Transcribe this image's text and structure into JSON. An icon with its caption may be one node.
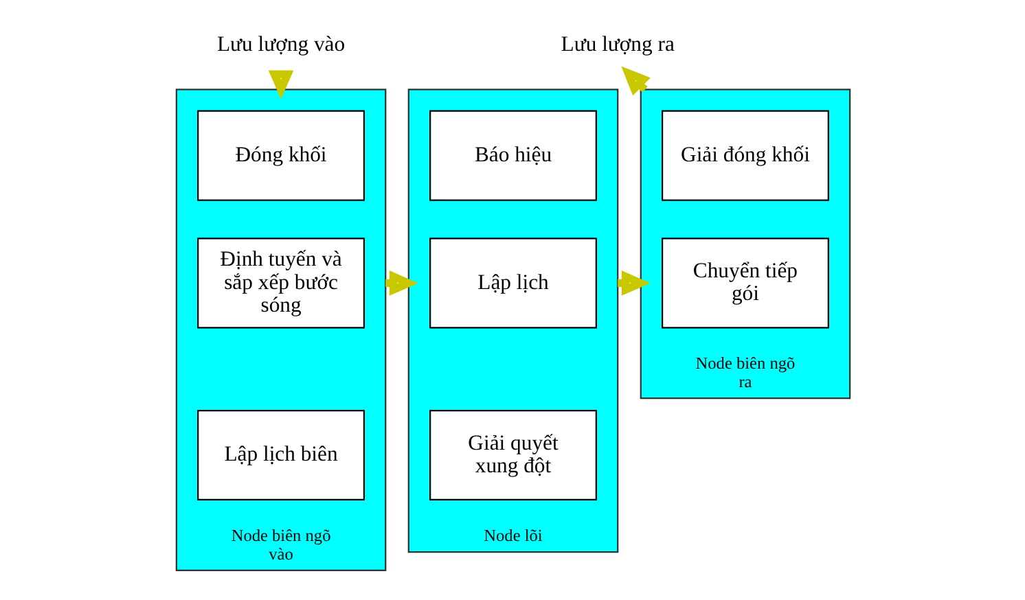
{
  "diagram": {
    "nodes": [
      {
        "text": [
          "Lưu lượng vào"
        ]
      },
      {
        "text": [
          "Node biên ngõ vào"
        ]
      },
      {
        "text": [
          "Đóng khối"
        ],
        "in": 1
      },
      {
        "text": [
          "Định tuyến và sắp xếp bước sóng"
        ],
        "in": 1
      },
      {
        "text": [
          "Lập lịch biên"
        ],
        "in": 1
      },
      {
        "text": [
          "Node lõi"
        ]
      },
      {
        "text": [
          "Báo hiệu"
        ],
        "in": 5
      },
      {
        "text": [
          "Lập lịch"
        ],
        "in": 5
      },
      {
        "text": [
          "Giải quyết xung đột"
        ],
        "in": 5
      },
      {
        "text": [
          "Node biên ngõ ra"
        ]
      },
      {
        "text": [
          "Giải đóng khối"
        ],
        "in": 9
      },
      {
        "text": [
          "Chuyển tiếp gói"
        ],
        "in": 9
      },
      {
        "text": [
          "Lưu lượng ra"
        ]
      }
    ],
    "edges": [
      {
        "from": 0,
        "to": 1,
        "arrow": "to"
      },
      {
        "from": 1,
        "to": 5,
        "arrow": "to"
      },
      {
        "from": 5,
        "to": 9,
        "arrow": "to"
      },
      {
        "from": 9,
        "to": 12,
        "arrow": "to"
      }
    ]
  }
}
